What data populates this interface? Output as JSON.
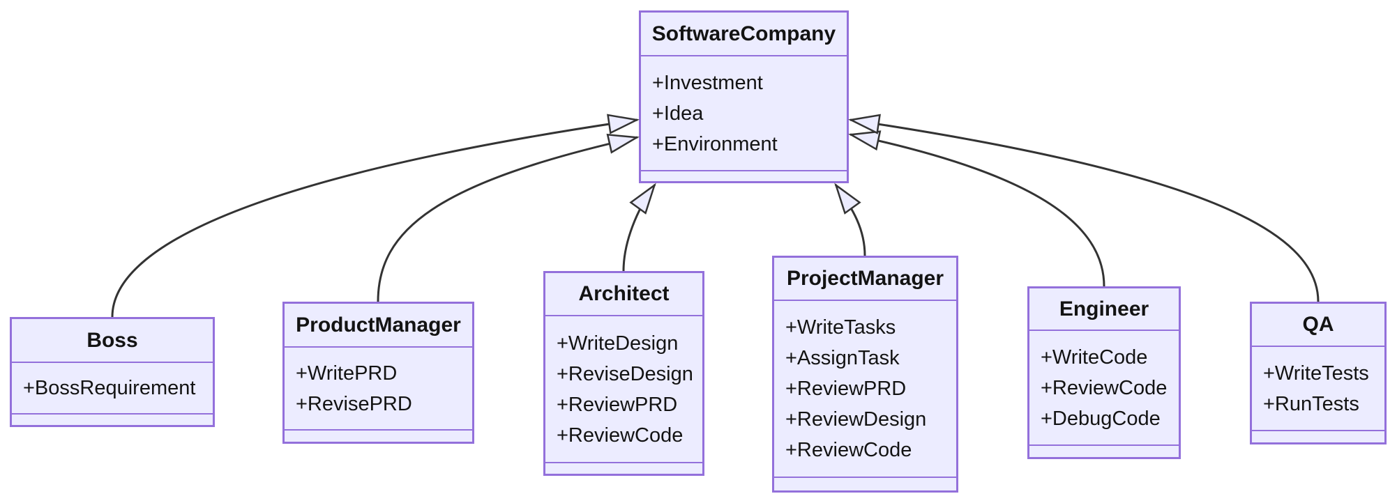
{
  "diagram_type": "uml-class-diagram",
  "classes": [
    {
      "name": "SoftwareCompany",
      "members": [
        "+Investment",
        "+Idea",
        "+Environment"
      ],
      "methods": []
    },
    {
      "name": "Boss",
      "members": [
        "+BossRequirement"
      ],
      "methods": []
    },
    {
      "name": "ProductManager",
      "members": [
        "+WritePRD",
        "+RevisePRD"
      ],
      "methods": []
    },
    {
      "name": "Architect",
      "members": [
        "+WriteDesign",
        "+ReviseDesign",
        "+ReviewPRD",
        "+ReviewCode"
      ],
      "methods": []
    },
    {
      "name": "ProjectManager",
      "members": [
        "+WriteTasks",
        "+AssignTask",
        "+ReviewPRD",
        "+ReviewDesign",
        "+ReviewCode"
      ],
      "methods": []
    },
    {
      "name": "Engineer",
      "members": [
        "+WriteCode",
        "+ReviewCode",
        "+DebugCode"
      ],
      "methods": []
    },
    {
      "name": "QA",
      "members": [
        "+WriteTests",
        "+RunTests"
      ],
      "methods": []
    }
  ],
  "relations": [
    {
      "from": "Boss",
      "to": "SoftwareCompany",
      "type": "inheritance"
    },
    {
      "from": "ProductManager",
      "to": "SoftwareCompany",
      "type": "inheritance"
    },
    {
      "from": "Architect",
      "to": "SoftwareCompany",
      "type": "inheritance"
    },
    {
      "from": "ProjectManager",
      "to": "SoftwareCompany",
      "type": "inheritance"
    },
    {
      "from": "Engineer",
      "to": "SoftwareCompany",
      "type": "inheritance"
    },
    {
      "from": "QA",
      "to": "SoftwareCompany",
      "type": "inheritance"
    }
  ],
  "colors": {
    "node_fill": "#ECECFF",
    "node_border": "#9370DB",
    "edge_line": "#333333",
    "text": "#131313",
    "background": "#FFFFFF"
  }
}
